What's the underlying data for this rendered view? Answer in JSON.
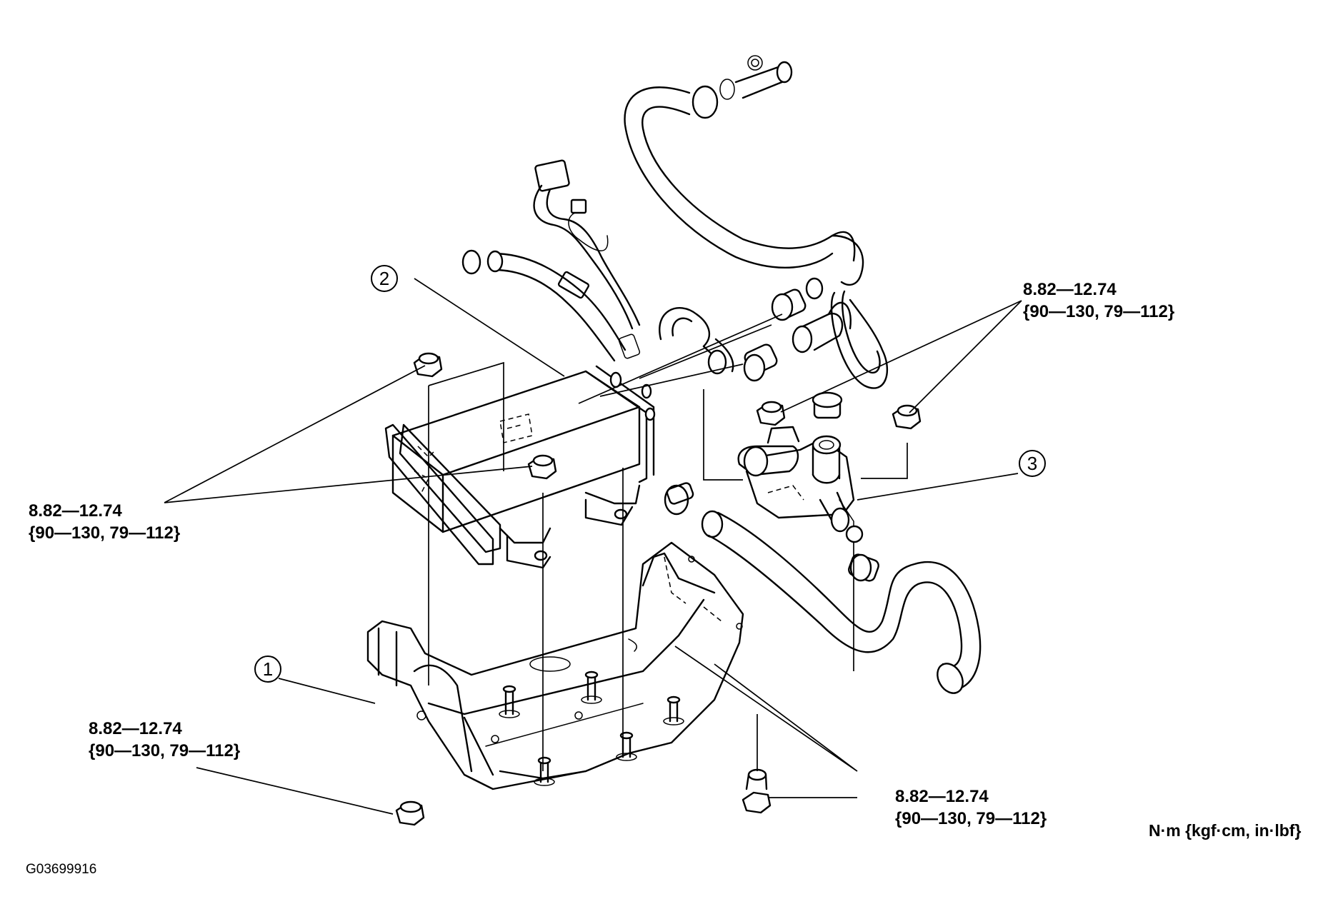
{
  "callouts": {
    "c1": "1",
    "c2": "2",
    "c3": "3"
  },
  "torque_specs": {
    "upper_right": {
      "nm": "8.82—12.74",
      "alt": "{90—130, 79—112}"
    },
    "left_center": {
      "nm": "8.82—12.74",
      "alt": "{90—130, 79—112}"
    },
    "lower_left": {
      "nm": "8.82—12.74",
      "alt": "{90—130, 79—112}"
    },
    "lower_center": {
      "nm": "8.82—12.74",
      "alt": "{90—130, 79—112}"
    }
  },
  "units_label": "N·m {kgf·cm, in·lbf}",
  "figure_id": "G03699916"
}
